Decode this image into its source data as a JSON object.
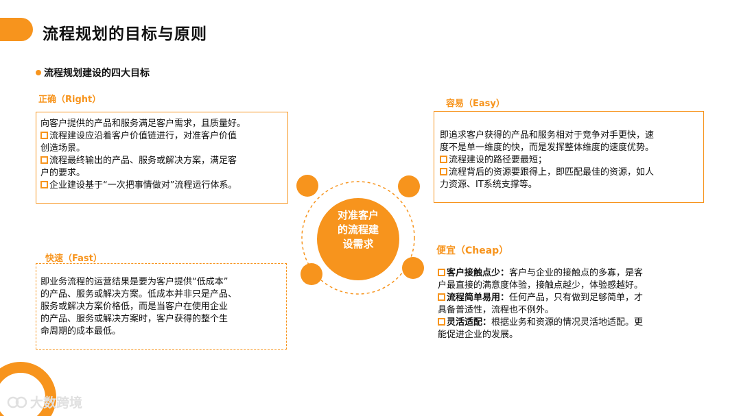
{
  "page_title": "流程规划的目标与原则",
  "subtitle": "流程规划建设的四大目标",
  "center": {
    "line1": "对准客户",
    "line2": "的流程建",
    "line3": "设需求"
  },
  "right": {
    "heading": "正确（Right）",
    "line1": "向客户提供的产品和服务满足客户需求，且质量好。",
    "line2": "流程建设应沿着客户价值链进行，对准客户价值",
    "line3": "创造场景。",
    "line4": "流程最终输出的产品、服务或解决方案，满足客",
    "line5": "户的要求。",
    "line6": "企业建设基于“一次把事情做对”流程运行体系。"
  },
  "easy": {
    "heading": "容易（Easy）",
    "line1": "即追求客户获得的产品和服务相对于竞争对手更快，速",
    "line2": "度不是单一维度的快，而是发挥整体维度的速度优势。",
    "line3": "流程建设的路径要最短；",
    "line4": "流程背后的资源要跟得上，即匹配最佳的资源，如人",
    "line5": "力资源、IT系统支撑等。"
  },
  "fast": {
    "heading": "快速（Fast）",
    "line1": "即业务流程的运营结果是要为客户提供“低成本”",
    "line2": "的产品、服务或解决方案。低成本并非只是产品、",
    "line3": "服务或解决方案价格低，而是当客户在使用企业",
    "line4": "的产品、服务或解决方案时，客户获得的整个生",
    "line5": "命周期的成本最低。"
  },
  "cheap": {
    "heading": "便宜（Cheap）",
    "item1_label": "客户接触点少：",
    "item1_text": "客户与企业的接触点的多寡，是客",
    "item1_line2": "户最直接的满意度体验，接触点越少，体验感越好。",
    "item2_label": "流程简单易用：",
    "item2_text": "任何产品，只有做到足够简单，才",
    "item2_line2": "具备普适性，流程也不例外。",
    "item3_label": "灵活适配：",
    "item3_text": "根据业务和资源的情况灵活地适配。更",
    "item3_line2": "能促进企业的发展。"
  },
  "logo_text": "大数跨境",
  "colors": {
    "accent": "#f7941d"
  }
}
